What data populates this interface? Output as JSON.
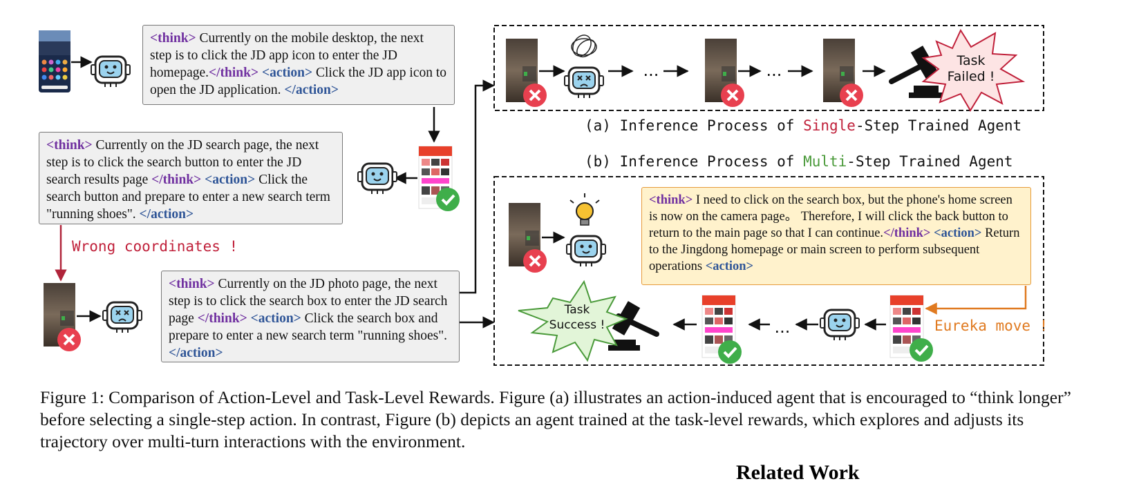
{
  "bubbles": {
    "b1": {
      "think_open": "<think>",
      "think_text": " Currently on the mobile desktop, the next step is to click the JD app icon to enter the JD homepage.",
      "think_close": "</think>",
      "action_open": " <action>",
      "action_text": " Click the JD app icon to open the JD application. ",
      "action_close": "</action>"
    },
    "b2": {
      "think_open": "<think>",
      "think_text": " Currently on the JD search page, the next step is to click the search button to enter the JD search results page ",
      "think_close": "</think>",
      "action_open": " <action>",
      "action_text": " Click the search button and prepare to enter a new search term \"running shoes\". ",
      "action_close": "</action>"
    },
    "b3": {
      "think_open": "<think>",
      "think_text": " Currently on the JD photo page, the next step is to click the search box to enter the JD search page ",
      "think_close": "</think>",
      "action_open": " <action>",
      "action_text": " Click the search box and prepare to enter a new search term \"running shoes\". ",
      "action_close": "</action>"
    },
    "b4": {
      "think_open": "<think>",
      "think_text": " I need to click on the search box, but the phone's home screen is now on the camera page。 Therefore, I will click the back button to return to the main page so that I can continue.",
      "think_close": "</think>",
      "action_open": " <action>",
      "action_text": " Return to the Jingdong homepage or main screen to perform subsequent operations ",
      "action_close": "<action>"
    }
  },
  "labels": {
    "wrong": "Wrong coordinates !",
    "eureka": "Eureka move !",
    "a_prefix": "(a) Inference Process of ",
    "a_highlight": "Single",
    "a_suffix": "-Step Trained Agent",
    "b_prefix": "(b) Inference Process of ",
    "b_highlight": "Multi",
    "b_suffix": "-Step Trained Agent",
    "task_failed_1": "Task",
    "task_failed_2": "Failed !",
    "task_success_1": "Task",
    "task_success_2": "Success !",
    "ellipsis": "..."
  },
  "caption": "Figure 1: Comparison of Action-Level and Task-Level Rewards. Figure (a) illustrates an action-induced agent that is encouraged to “think longer” before selecting a single-step action. In contrast, Figure (b) depicts an agent trained at the task-level rewards, which explores and adjusts its trajectory over multi-turn interactions with the environment.",
  "footer_text": "Related Work",
  "colors": {
    "think": "#7030a0",
    "action": "#2f5597",
    "wrong": "#c0203a",
    "multi": "#4a9a3a",
    "eureka": "#e07a20"
  },
  "icons": [
    "phone-icon",
    "robot-icon",
    "robot-sad-icon",
    "check-icon",
    "cross-icon",
    "gavel-icon",
    "bulb-icon",
    "scribble-icon"
  ]
}
